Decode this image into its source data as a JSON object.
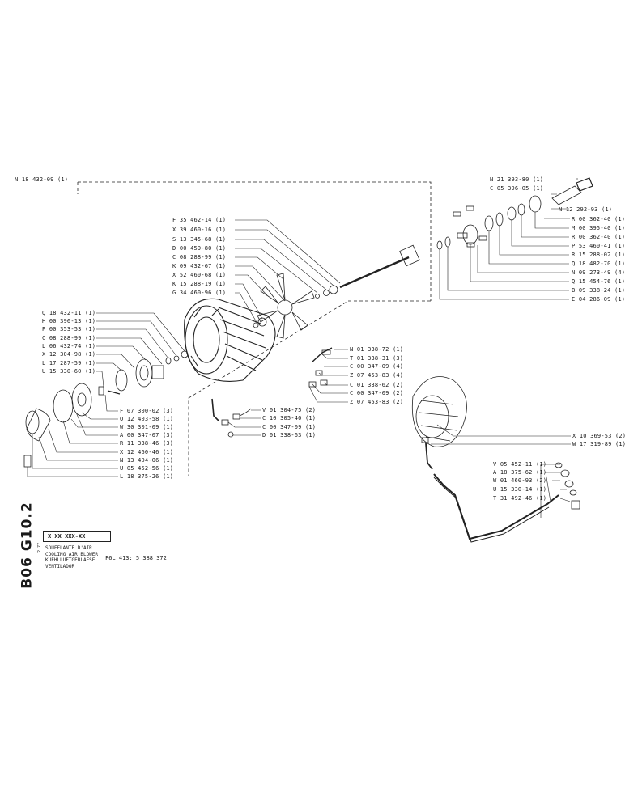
{
  "sheet": {
    "side_code": "B06 G10.2",
    "box_code": "X  XX  XXX-XX",
    "titles": [
      "SOUFFLANTE D'AIR",
      "COOLING AIR BLOWER",
      "KUEHLLUFTGEBLAESE",
      "VENTILADOR"
    ],
    "engine_ref": "F6L 413:  5 388 372",
    "small_note": "2.77"
  },
  "frame_label": "N 18 432-09 (1)",
  "right_group": [
    "N 21 393-80 (1)",
    "C 05 396-05 (1)",
    "N 12 292-93 (1)",
    "R 00 362-40 (1)",
    "M 00 395-40 (1)",
    "R 00 362-40 (1)",
    "P 53 460-41 (1)",
    "R 15 288-02 (1)",
    "Q 18 482-70 (1)",
    "N 09 273-49 (4)",
    "Q 15 454-76 (1)",
    "B 09 338-24 (1)",
    "E 04 286-09 (1)"
  ],
  "center_group": [
    "F 35 462-14 (1)",
    "X 39 460-16 (1)",
    "S 13 345-68 (1)",
    "D 00 459-80 (1)",
    "C 08 288-99 (1)",
    "K 09 432-67 (1)",
    "X 52 460-68 (1)",
    "K 15 288-19 (1)",
    "G 34 460-96 (1)"
  ],
  "left_group": [
    "Q 18 432-11 (1)",
    "H 00 396-13 (1)",
    "P 00 353-53 (1)",
    "C 08 288-99 (1)",
    "L 06 432-74 (1)",
    "X 12 304-98 (1)",
    "L 17 287-59 (1)",
    "U 15 330-60 (1)"
  ],
  "lower_left_group": [
    "F 07 300-02 (3)",
    "Q 12 403-58 (1)",
    "W 30 301-09 (1)",
    "A 00 347-07 (3)",
    "R 11 338-46 (3)",
    "X 12 460-46 (1)",
    "N 13 404-06 (1)",
    "U 05 452-56 (1)",
    "L 18 375-26 (1)"
  ],
  "middle_right_group": [
    "N 01 338-72 (1)",
    "T 01 338-31 (3)",
    "C 00 347-09 (4)",
    "Z 07 453-83 (4)",
    "C 01 338-62 (2)",
    "C 00 347-09 (2)",
    "Z 07 453-83 (2)"
  ],
  "middle_lower_group": [
    "V 01 304-75 (2)",
    "C 10 305-40 (1)",
    "C 00 347-09 (1)",
    "D 01 338-63 (1)"
  ],
  "shroud_group": [
    "X 10 369-53 (2)",
    "W 17 319-89 (1)"
  ],
  "pipe_group": [
    "V 05 452-11 (1)",
    "A 18 375-62 (1)",
    "W 01 460-93 (2)",
    "U 15 330-14 (1)",
    "T 31 492-46 (1)"
  ]
}
